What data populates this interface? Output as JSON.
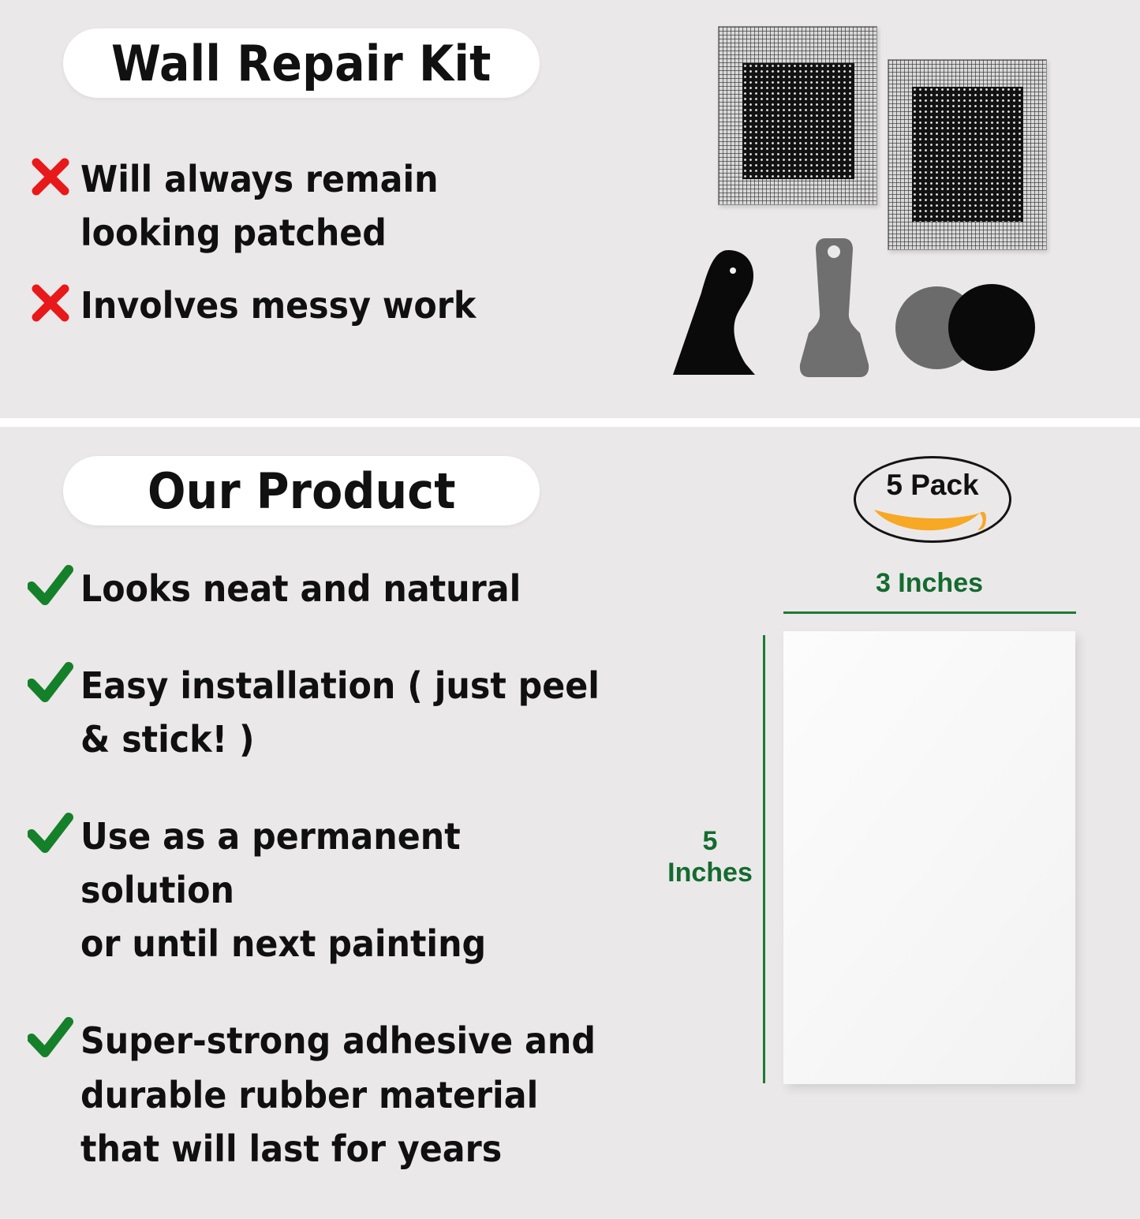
{
  "page": {
    "background_color": "#ebe8e9",
    "divider_color": "#ffffff"
  },
  "comparison": {
    "negative_section": {
      "title": "Wall Repair Kit",
      "mark_icon": "red-x-icon",
      "mark_color": "#e8191a",
      "items": [
        {
          "text": "Will always remain\nlooking patched"
        },
        {
          "text": "Involves messy work"
        }
      ]
    },
    "positive_section": {
      "title": "Our Product",
      "mark_icon": "green-check-icon",
      "mark_color": "#15802a",
      "items": [
        {
          "text": "Looks neat and natural"
        },
        {
          "text": "Easy installation ( just peel\n& stick! )"
        },
        {
          "text": "Use as a permanent solution\nor until next painting"
        },
        {
          "text": "Super-strong adhesive and\ndurable rubber material\nthat will last for years"
        }
      ]
    }
  },
  "kit_photo": {
    "alt_name": "wall-repair-kit-contents",
    "parts": [
      {
        "name": "mesh-patch-1",
        "icon": "mesh-patch-icon"
      },
      {
        "name": "mesh-patch-2",
        "icon": "mesh-patch-icon"
      },
      {
        "name": "squeegee",
        "icon": "squeegee-icon",
        "color": "#0a0a0a"
      },
      {
        "name": "putty-knife",
        "icon": "putty-knife-icon",
        "color": "#6f6f6f"
      },
      {
        "name": "sanding-disc-gray",
        "icon": "disc-icon",
        "color": "#6b6b6b"
      },
      {
        "name": "sanding-disc-black",
        "icon": "disc-icon",
        "color": "#0a0a0a"
      }
    ]
  },
  "pack_badge": {
    "label": "5 Pack",
    "smile_color": "#f7a825",
    "outline_color": "#141414"
  },
  "dimensions": {
    "accent_color": "#136b2f",
    "width_label": "3 Inches",
    "height_label_value": "5",
    "height_label_unit": "Inches"
  }
}
